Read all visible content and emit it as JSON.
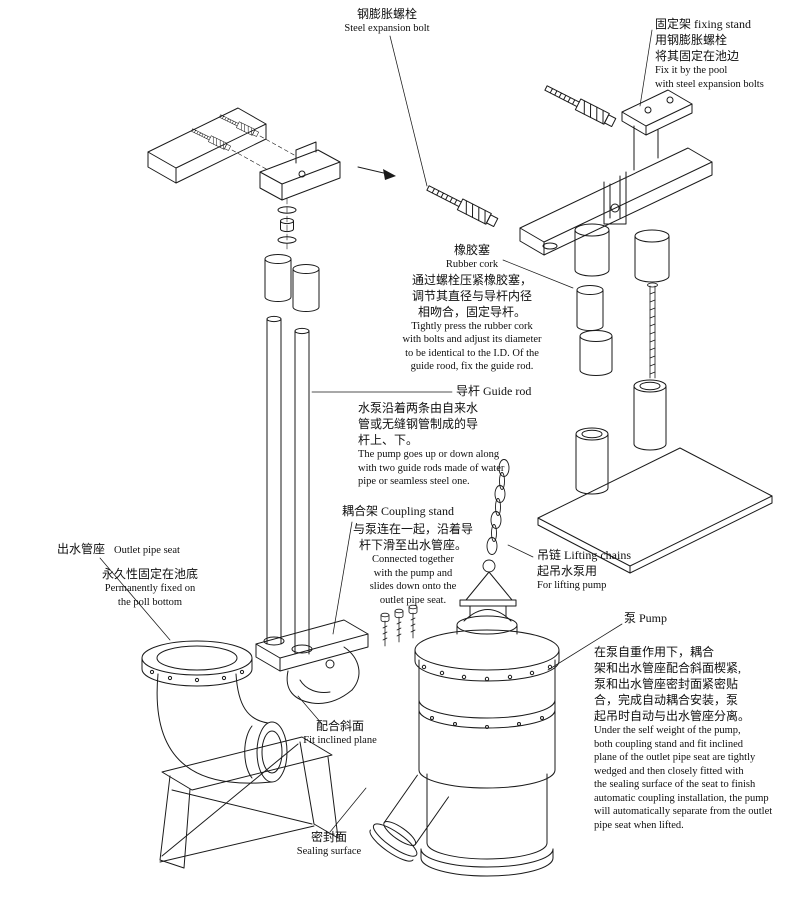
{
  "colors": {
    "ink": "#1a1a1a",
    "background": "#ffffff"
  },
  "labels": {
    "steel_expansion_bolt": {
      "zh": "钢膨胀螺栓",
      "en": "Steel expansion bolt"
    },
    "fixing_stand": {
      "title": "固定架 fixing stand",
      "zh": [
        "用钢膨胀螺栓",
        "将其固定在池边"
      ],
      "en": [
        "Fix it by the pool",
        "with steel expansion bolts"
      ]
    },
    "rubber_cork": {
      "zh_title": "橡胶塞",
      "en_title": "Rubber cork",
      "zh": [
        "通过螺栓压紧橡胶塞，",
        "调节其直径与导杆内径",
        "相吻合，固定导杆。"
      ],
      "en": [
        "Tightly press the rubber cork",
        "with bolts and adjust its diameter",
        "to be identical to the I.D. Of the",
        "guide rood, fix the guide rod."
      ]
    },
    "guide_rod": {
      "title": "导杆 Guide rod",
      "zh": [
        "水泵沿着两条由自来水",
        "管或无缝钢管制成的导",
        "杆上、下。"
      ],
      "en": [
        "The pump goes up or down along",
        "with two guide rods made of water",
        "pipe or seamless steel one."
      ]
    },
    "coupling_stand": {
      "title": "耦合架 Coupling stand",
      "zh": [
        "与泵连在一起，沿着导",
        "杆下滑至出水管座。"
      ],
      "en": [
        "Connected together",
        "with the pump and",
        "slides down onto the",
        "outlet pipe seat."
      ]
    },
    "outlet_pipe_seat": {
      "zh_title": "出水管座",
      "en_title": "Outlet pipe seat",
      "zh": [
        "永久性固定在池底"
      ],
      "en": [
        "Permanently fixed on",
        "the poll bottom"
      ]
    },
    "lifting_chains": {
      "title": "吊链 Lifting chains",
      "zh": [
        "起吊水泵用"
      ],
      "en": [
        "For lifting pump"
      ]
    },
    "pump": {
      "title": "泵 Pump",
      "zh": [
        "在泵自重作用下，耦合",
        "架和出水管座配合斜面楔紧,",
        "泵和出水管座密封面紧密贴",
        "合，完成自动耦合安装，泵",
        "起吊时自动与出水管座分离。"
      ],
      "en": [
        "Under the self weight of the pump,",
        "both coupling stand and fit inclined",
        "plane of the outlet pipe seat are tightly",
        "wedged and then closely fitted with",
        "the sealing surface of the seat to finish",
        "automatic coupling installation, the pump",
        "will automatically separate from the outlet",
        "pipe seat when lifted."
      ]
    },
    "fit_inclined_plane": {
      "zh": "配合斜面",
      "en": "Fit inclined plane"
    },
    "sealing_surface": {
      "zh": "密封面",
      "en": "Sealing surface"
    }
  }
}
